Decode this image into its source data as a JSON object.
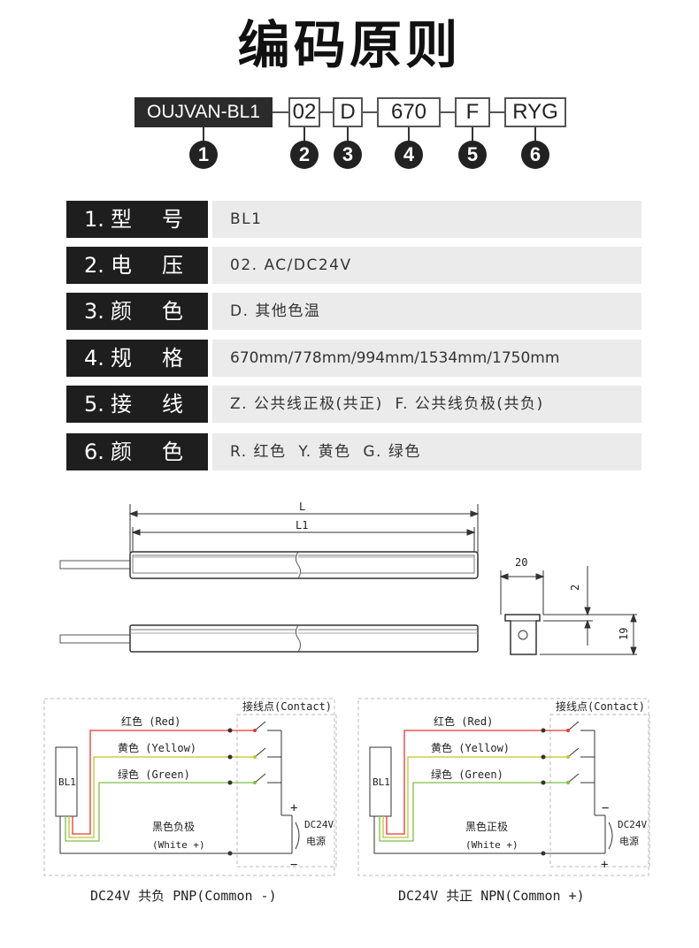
{
  "title": "编码原则",
  "code": {
    "parts": [
      "OUJVAN-BL1",
      "02",
      "D",
      "670",
      "F",
      "RYG"
    ],
    "numbers": [
      "1",
      "2",
      "3",
      "4",
      "5",
      "6"
    ]
  },
  "specs": [
    {
      "num": "1.",
      "c1": "型",
      "c2": "号",
      "value": "BL1"
    },
    {
      "num": "2.",
      "c1": "电",
      "c2": "压",
      "value": "02. AC/DC24V"
    },
    {
      "num": "3.",
      "c1": "颜",
      "c2": "色",
      "value": "D. 其他色温"
    },
    {
      "num": "4.",
      "c1": "规",
      "c2": "格",
      "value": "670mm/778mm/994mm/1534mm/1750mm"
    },
    {
      "num": "5.",
      "c1": "接",
      "c2": "线",
      "value": "Z. 公共线正极(共正)  F. 公共线负极(共负)"
    },
    {
      "num": "6.",
      "c1": "颜",
      "c2": "色",
      "value": "R. 红色  Y. 黄色  G. 绿色"
    }
  ],
  "dimensions": {
    "L": "L",
    "L1": "L1",
    "width": "20",
    "gap": "2",
    "height": "19"
  },
  "wiring": {
    "red": "红色 (Red)",
    "yellow": "黄色 (Yellow)",
    "green": "绿色 (Green)",
    "contact": "接线点(Contact)",
    "device": "BL1",
    "power_line1": "DC24V",
    "power_line2": "电源",
    "pnp": {
      "black": "黑色负极",
      "white": "(White +)",
      "plus": "+",
      "minus": "−",
      "caption": "DC24V 共负 PNP(Common -)"
    },
    "npn": {
      "black": "黑色正极",
      "white": "(White +)",
      "plus": "+",
      "minus": "−",
      "caption": "DC24V 共正 NPN(Common +)"
    }
  },
  "colors": {
    "red": "#e53935",
    "yellow": "#c8c22a",
    "green": "#7dbf4a",
    "dark": "#1e1e1e",
    "panel": "#ebebeb"
  }
}
